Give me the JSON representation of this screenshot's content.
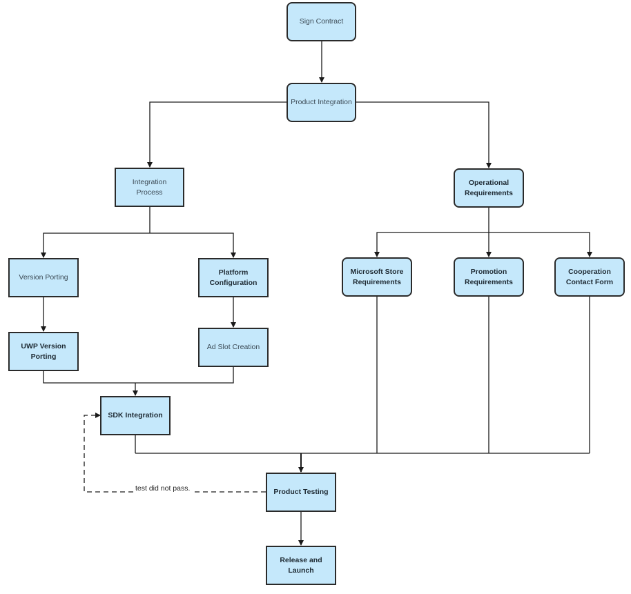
{
  "nodes": {
    "sign_contract": "Sign Contract",
    "product_integration": "Product Integration",
    "integration_process": "Integration Process",
    "operational_requirements": "Operational Requirements",
    "version_porting": "Version Porting",
    "platform_configuration": "Platform Configuration",
    "uwp_version_porting": "UWP Version Porting",
    "ad_slot_creation": "Ad Slot Creation",
    "sdk_integration": "SDK Integration",
    "microsoft_store_requirements": "Microsoft Store Requirements",
    "promotion_requirements": "Promotion Requirements",
    "cooperation_contact_form": "Cooperation Contact Form",
    "product_testing": "Product Testing",
    "release_and_launch": "Release and Launch"
  },
  "edge_labels": {
    "test_failed": "test did not pass."
  },
  "colors": {
    "node_fill": "#c5e8fb",
    "node_border": "#2a2a2a",
    "connector": "#1a1a1a"
  }
}
